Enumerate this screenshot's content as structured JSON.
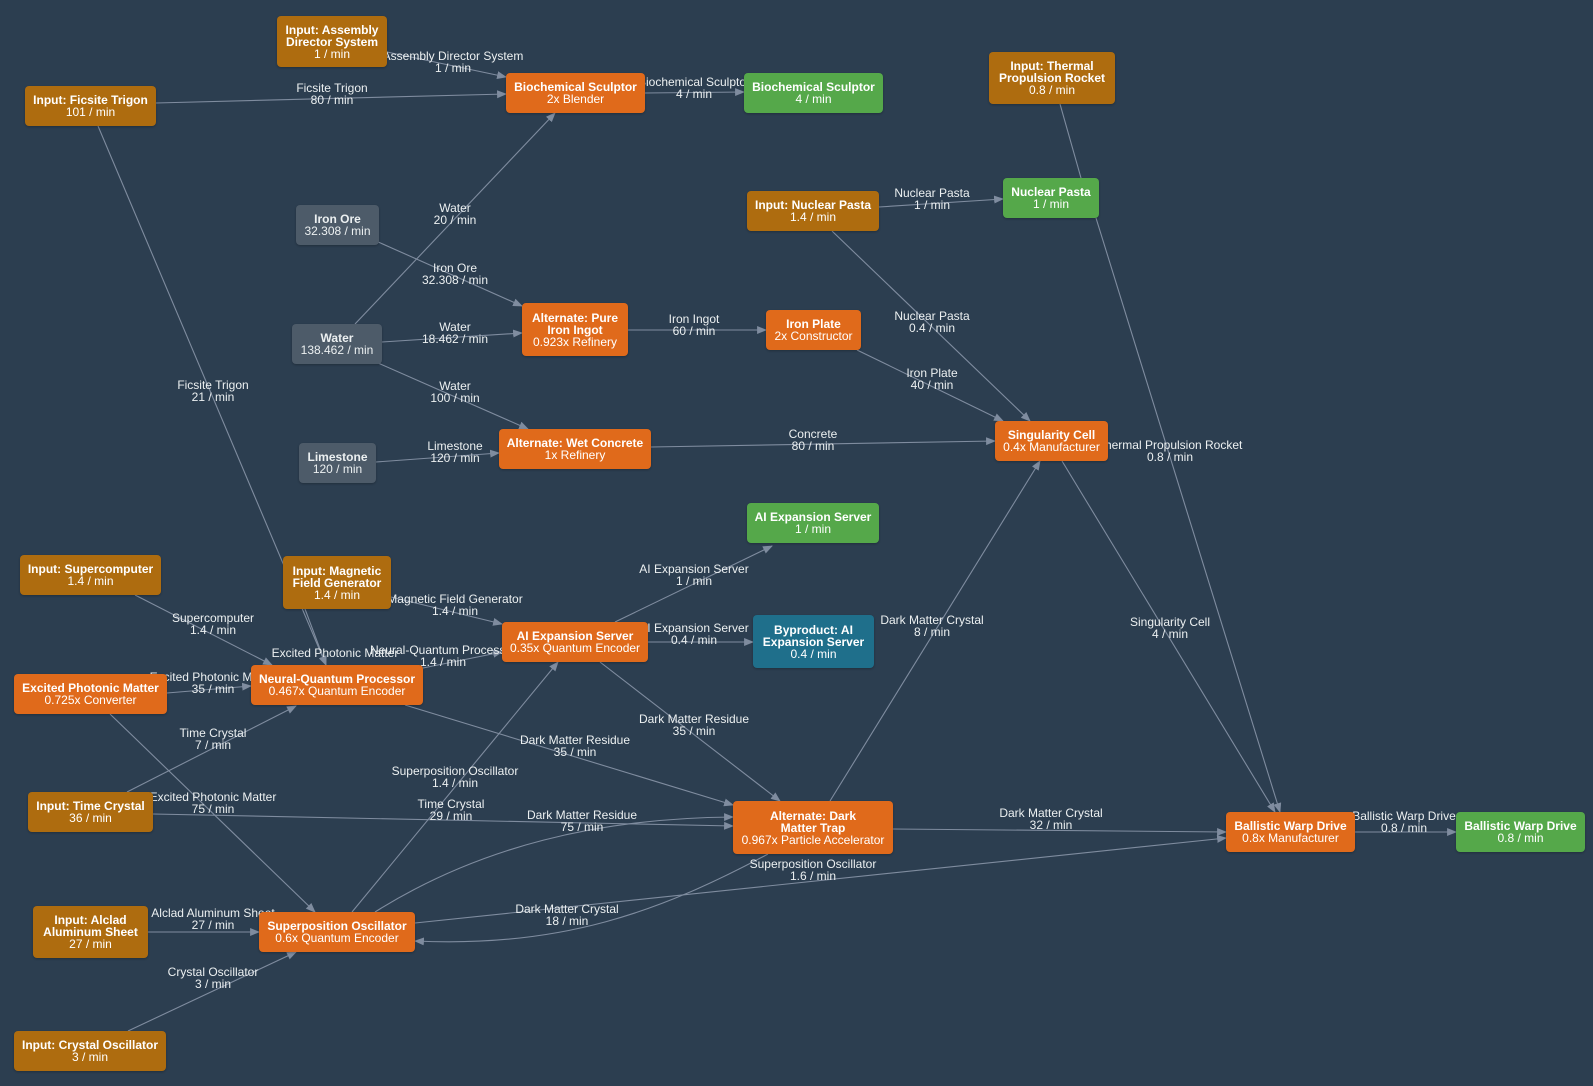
{
  "colors": {
    "background": "#2c3e50",
    "input": "#ae6c0f",
    "recipe": "#e06a1b",
    "output": "#55a84a",
    "raw": "#4d5b69",
    "byproduct": "#1f6f8b",
    "edge": "#7f8c9f"
  },
  "nodes": [
    {
      "id": "in_assembly",
      "type": "input",
      "title": "Input: Assembly\nDirector System",
      "sub": "1 / min"
    },
    {
      "id": "in_ficsite",
      "type": "input",
      "title": "Input: Ficsite Trigon",
      "sub": "101 / min"
    },
    {
      "id": "biosculptor",
      "type": "recipe",
      "title": "Biochemical Sculptor",
      "sub": "2x Blender"
    },
    {
      "id": "out_biosculptor",
      "type": "output",
      "title": "Biochemical Sculptor",
      "sub": "4 / min"
    },
    {
      "id": "in_thermal",
      "type": "input",
      "title": "Input: Thermal\nPropulsion Rocket",
      "sub": "0.8 / min"
    },
    {
      "id": "iron_ore",
      "type": "raw",
      "title": "Iron Ore",
      "sub": "32.308 / min"
    },
    {
      "id": "in_nuclear",
      "type": "input",
      "title": "Input: Nuclear Pasta",
      "sub": "1.4 / min"
    },
    {
      "id": "out_nuclear",
      "type": "output",
      "title": "Nuclear Pasta",
      "sub": "1 / min"
    },
    {
      "id": "water",
      "type": "raw",
      "title": "Water",
      "sub": "138.462 / min"
    },
    {
      "id": "pure_iron",
      "type": "recipe",
      "title": "Alternate: Pure\nIron Ingot",
      "sub": "0.923x Refinery"
    },
    {
      "id": "iron_plate",
      "type": "recipe",
      "title": "Iron Plate",
      "sub": "2x Constructor"
    },
    {
      "id": "limestone",
      "type": "raw",
      "title": "Limestone",
      "sub": "120 / min"
    },
    {
      "id": "wet_concrete",
      "type": "recipe",
      "title": "Alternate: Wet Concrete",
      "sub": "1x Refinery"
    },
    {
      "id": "singularity",
      "type": "recipe",
      "title": "Singularity Cell",
      "sub": "0.4x Manufacturer"
    },
    {
      "id": "out_ai",
      "type": "output",
      "title": "AI Expansion Server",
      "sub": "1 / min"
    },
    {
      "id": "in_super",
      "type": "input",
      "title": "Input: Supercomputer",
      "sub": "1.4 / min"
    },
    {
      "id": "in_magnetic",
      "type": "input",
      "title": "Input: Magnetic\nField Generator",
      "sub": "1.4 / min"
    },
    {
      "id": "ai_server",
      "type": "recipe",
      "title": "AI Expansion Server",
      "sub": "0.35x Quantum Encoder"
    },
    {
      "id": "byp_ai",
      "type": "byproduct",
      "title": "Byproduct: AI\nExpansion Server",
      "sub": "0.4 / min"
    },
    {
      "id": "excited",
      "type": "recipe",
      "title": "Excited Photonic Matter",
      "sub": "0.725x Converter"
    },
    {
      "id": "neural",
      "type": "recipe",
      "title": "Neural-Quantum Processor",
      "sub": "0.467x Quantum Encoder"
    },
    {
      "id": "in_time",
      "type": "input",
      "title": "Input: Time Crystal",
      "sub": "36 / min"
    },
    {
      "id": "dark_trap",
      "type": "recipe",
      "title": "Alternate: Dark\nMatter Trap",
      "sub": "0.967x Particle Accelerator"
    },
    {
      "id": "ballistic",
      "type": "recipe",
      "title": "Ballistic Warp Drive",
      "sub": "0.8x Manufacturer"
    },
    {
      "id": "out_ballistic",
      "type": "output",
      "title": "Ballistic Warp Drive",
      "sub": "0.8 / min"
    },
    {
      "id": "in_alclad",
      "type": "input",
      "title": "Input: Alclad\nAluminum Sheet",
      "sub": "27 / min"
    },
    {
      "id": "superpos",
      "type": "recipe",
      "title": "Superposition Oscillator",
      "sub": "0.6x Quantum Encoder"
    },
    {
      "id": "in_crystal",
      "type": "input",
      "title": "Input: Crystal Oscillator",
      "sub": "3 / min"
    }
  ],
  "edges": [
    {
      "from": "in_assembly",
      "to": "biosculptor",
      "label": "Assembly Director System",
      "rate": "1 / min"
    },
    {
      "from": "in_ficsite",
      "to": "biosculptor",
      "label": "Ficsite Trigon",
      "rate": "80 / min"
    },
    {
      "from": "biosculptor",
      "to": "out_biosculptor",
      "label": "Biochemical Sculptor",
      "rate": "4 / min"
    },
    {
      "from": "water",
      "to": "biosculptor",
      "label": "Water",
      "rate": "20 / min"
    },
    {
      "from": "iron_ore",
      "to": "pure_iron",
      "label": "Iron Ore",
      "rate": "32.308 / min"
    },
    {
      "from": "water",
      "to": "pure_iron",
      "label": "Water",
      "rate": "18.462 / min"
    },
    {
      "from": "pure_iron",
      "to": "iron_plate",
      "label": "Iron Ingot",
      "rate": "60 / min"
    },
    {
      "from": "water",
      "to": "wet_concrete",
      "label": "Water",
      "rate": "100 / min"
    },
    {
      "from": "limestone",
      "to": "wet_concrete",
      "label": "Limestone",
      "rate": "120 / min"
    },
    {
      "from": "in_nuclear",
      "to": "out_nuclear",
      "label": "Nuclear Pasta",
      "rate": "1 / min"
    },
    {
      "from": "in_nuclear",
      "to": "singularity",
      "label": "Nuclear Pasta",
      "rate": "0.4 / min"
    },
    {
      "from": "iron_plate",
      "to": "singularity",
      "label": "Iron Plate",
      "rate": "40 / min"
    },
    {
      "from": "wet_concrete",
      "to": "singularity",
      "label": "Concrete",
      "rate": "80 / min"
    },
    {
      "from": "in_thermal",
      "to": "ballistic",
      "label": "Thermal Propulsion Rocket",
      "rate": "0.8 / min"
    },
    {
      "from": "singularity",
      "to": "ballistic",
      "label": "Singularity Cell",
      "rate": "4 / min"
    },
    {
      "from": "in_ficsite",
      "to": "neural",
      "label": "Ficsite Trigon",
      "rate": "21 / min"
    },
    {
      "from": "in_super",
      "to": "neural",
      "label": "Supercomputer",
      "rate": "1.4 / min"
    },
    {
      "from": "in_magnetic",
      "to": "ai_server",
      "label": "Magnetic Field Generator",
      "rate": "1.4 / min"
    },
    {
      "from": "ai_server",
      "to": "out_ai",
      "label": "AI Expansion Server",
      "rate": "1 / min"
    },
    {
      "from": "ai_server",
      "to": "byp_ai",
      "label": "AI Expansion Server",
      "rate": "0.4 / min"
    },
    {
      "from": "in_magnetic",
      "to": "neural",
      "label": "Excited Photonic Matter",
      "rate": ""
    },
    {
      "from": "excited",
      "to": "neural",
      "label": "Excited Photonic Matter",
      "rate": "35 / min"
    },
    {
      "from": "neural",
      "to": "ai_server",
      "label": "Neural-Quantum Processor",
      "rate": "1.4 / min"
    },
    {
      "from": "in_time",
      "to": "neural",
      "label": "Time Crystal",
      "rate": "7 / min"
    },
    {
      "from": "neural",
      "to": "dark_trap",
      "label": "Dark Matter Residue",
      "rate": "35 / min"
    },
    {
      "from": "ai_server",
      "to": "dark_trap",
      "label": "Dark Matter Residue",
      "rate": "35 / min"
    },
    {
      "from": "dark_trap",
      "to": "singularity",
      "label": "Dark Matter Crystal",
      "rate": "8 / min"
    },
    {
      "from": "in_time",
      "to": "dark_trap",
      "label": "Excited Photonic Matter",
      "rate": "75 / min"
    },
    {
      "from": "excited",
      "to": "superpos",
      "label": "Time Crystal",
      "rate": "29 / min"
    },
    {
      "from": "superpos",
      "to": "ai_server",
      "label": "Superposition Oscillator",
      "rate": "1.4 / min"
    },
    {
      "from": "superpos",
      "to": "dark_trap",
      "label": "Dark Matter Residue",
      "rate": "75 / min"
    },
    {
      "from": "dark_trap",
      "to": "superpos",
      "label": "Dark Matter Crystal",
      "rate": "18 / min"
    },
    {
      "from": "dark_trap",
      "to": "ballistic",
      "label": "Dark Matter Crystal",
      "rate": "32 / min"
    },
    {
      "from": "superpos",
      "to": "ballistic",
      "label": "Superposition Oscillator",
      "rate": "1.6 / min"
    },
    {
      "from": "ballistic",
      "to": "out_ballistic",
      "label": "Ballistic Warp Drive",
      "rate": "0.8 / min"
    },
    {
      "from": "in_alclad",
      "to": "superpos",
      "label": "Alclad Aluminum Sheet",
      "rate": "27 / min"
    },
    {
      "from": "in_crystal",
      "to": "superpos",
      "label": "Crystal Oscillator",
      "rate": "3 / min"
    }
  ]
}
